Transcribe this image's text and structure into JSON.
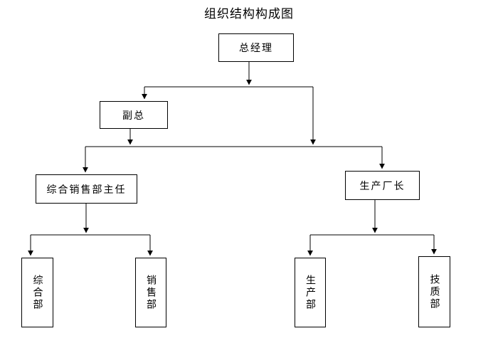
{
  "title": "组织结构构成图",
  "diagram": {
    "type": "org-chart",
    "orientation": "top-down",
    "line_color": "#000000",
    "box_border_color": "#000000",
    "box_fill_color": "#ffffff",
    "background_color": "#ffffff",
    "levels": [
      {
        "level": 1,
        "nodes": [
          {
            "id": "general-manager",
            "label": "总经理",
            "text_direction": "horizontal"
          }
        ]
      },
      {
        "level": 2,
        "nodes": [
          {
            "id": "deputy-general-manager",
            "label": "副总",
            "text_direction": "horizontal"
          }
        ]
      },
      {
        "level": 3,
        "nodes": [
          {
            "id": "sales-director",
            "label": "综合销售部主任",
            "text_direction": "horizontal"
          },
          {
            "id": "plant-manager",
            "label": "生产厂长",
            "text_direction": "horizontal"
          }
        ]
      },
      {
        "level": 4,
        "nodes": [
          {
            "id": "general-affairs-dept",
            "label": "综合部",
            "text_direction": "vertical"
          },
          {
            "id": "sales-dept",
            "label": "销售部",
            "text_direction": "vertical"
          },
          {
            "id": "production-dept",
            "label": "生产部",
            "text_direction": "vertical"
          },
          {
            "id": "quality-dept",
            "label": "技质部",
            "text_direction": "vertical"
          }
        ]
      }
    ],
    "edges": [
      {
        "from": "general-manager",
        "to": "deputy-general-manager"
      },
      {
        "from": "general-manager",
        "to": "plant-manager"
      },
      {
        "from": "deputy-general-manager",
        "to": "sales-director"
      },
      {
        "from": "sales-director",
        "to": "general-affairs-dept"
      },
      {
        "from": "sales-director",
        "to": "sales-dept"
      },
      {
        "from": "plant-manager",
        "to": "production-dept"
      },
      {
        "from": "plant-manager",
        "to": "quality-dept"
      }
    ]
  }
}
